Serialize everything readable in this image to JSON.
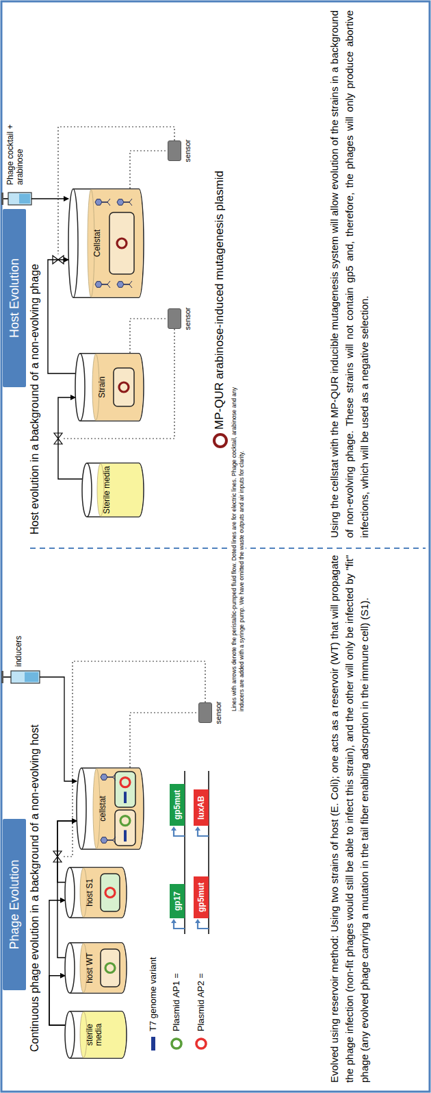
{
  "diagram": {
    "nodes": [
      {
        "text": [
          "Phage Evolution"
        ]
      },
      {
        "text": [
          "Host Evolution"
        ]
      },
      {
        "text": [
          "sterile media"
        ]
      },
      {
        "text": [
          "host WT"
        ]
      },
      {
        "text": [
          "host S1"
        ]
      },
      {
        "text": [
          "cellstat"
        ]
      },
      {
        "text": [
          "sensor"
        ]
      },
      {
        "text": [
          "gp17"
        ]
      },
      {
        "text": [
          "gp5mut"
        ]
      },
      {
        "text": [
          "gp5mut"
        ]
      },
      {
        "text": [
          "luxAB"
        ]
      },
      {
        "text": [
          "Sterile media"
        ]
      },
      {
        "text": [
          "Strain"
        ]
      },
      {
        "text": [
          "Cellstat"
        ]
      },
      {
        "text": [
          "sensor"
        ]
      },
      {
        "text": [
          "sensor"
        ]
      }
    ],
    "edges": [
      {
        "from": 2,
        "to": 3,
        "arrow": "to"
      },
      {
        "from": 2,
        "to": 4,
        "arrow": "to"
      },
      {
        "from": 3,
        "to": 5,
        "arrow": "to"
      },
      {
        "from": 4,
        "to": 5,
        "arrow": "to"
      },
      {
        "from": 5,
        "to": 6,
        "arrow": "none"
      },
      {
        "from": 11,
        "to": 12,
        "arrow": "to"
      },
      {
        "from": 12,
        "to": 13,
        "arrow": "to"
      },
      {
        "from": 12,
        "to": 14,
        "arrow": "none"
      },
      {
        "from": 13,
        "to": 15,
        "arrow": "none"
      }
    ],
    "labels": [
      "Continuous phage evolution in a background of a non-evolving host",
      "inducers",
      "Lines with arrows denote the peristaltic-pumped fluid flow. Doted lines are for electric lines. Phage cocktail, arabinose and any inducers are added with a syringe pump. We have omitted the waste outputs and air inputs for clarity.",
      "Evolved using reservoir method: Using two strains of host (E. Coli); one acts as a reservoir (WT) that will propagate the phage infection (non-fit phages would still be able to infect this strain), and the other will only be infected by \"fit\" phage (any evolved phage carrying a mutation in the tail fiber enabling adsorption in the immune cell) (S1).",
      "Host evolution in a background of a non-evolving phage",
      "Phage cocktail + arabinose",
      "Using the cellstat with the MP-QUR inducible mutagenesis system will allow evolution of the strains in a background of non-evolving phage. These strains will not contain gp5 and, therefore, the phages will only produce abortive infections, which will be used as a negative selection."
    ],
    "legend": [
      {
        "text": "T7 genome variant"
      },
      {
        "text": "Plasmid AP1 ="
      },
      {
        "text": "Plasmid AP2 ="
      },
      {
        "text": "MP-QUR arabinose-induced mutagenesis plasmid"
      }
    ]
  }
}
